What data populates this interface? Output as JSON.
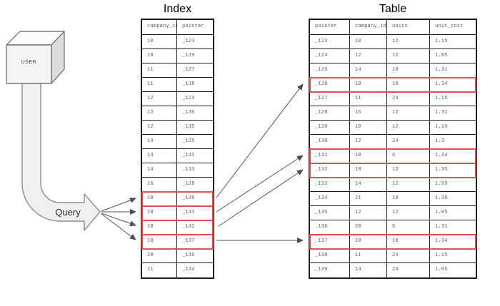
{
  "diagram": {
    "user_label": "USER",
    "query_label": "Query"
  },
  "index_table": {
    "title": "Index",
    "columns": [
      "company_id",
      "pointer"
    ],
    "rows": [
      {
        "cells": [
          "10",
          "_123"
        ],
        "highlight": false
      },
      {
        "cells": [
          "10",
          "_129"
        ],
        "highlight": false
      },
      {
        "cells": [
          "11",
          "_127"
        ],
        "highlight": false
      },
      {
        "cells": [
          "11",
          "_138"
        ],
        "highlight": false
      },
      {
        "cells": [
          "12",
          "_124"
        ],
        "highlight": false
      },
      {
        "cells": [
          "12",
          "_130"
        ],
        "highlight": false
      },
      {
        "cells": [
          "12",
          "_135"
        ],
        "highlight": false
      },
      {
        "cells": [
          "14",
          "_125"
        ],
        "highlight": false
      },
      {
        "cells": [
          "14",
          "_131"
        ],
        "highlight": false
      },
      {
        "cells": [
          "14",
          "_133"
        ],
        "highlight": false
      },
      {
        "cells": [
          "16",
          "_128"
        ],
        "highlight": false
      },
      {
        "cells": [
          "18",
          "_126"
        ],
        "highlight": true
      },
      {
        "cells": [
          "18",
          "_131"
        ],
        "highlight": true
      },
      {
        "cells": [
          "18",
          "_132"
        ],
        "highlight": true
      },
      {
        "cells": [
          "18",
          "_137"
        ],
        "highlight": true
      },
      {
        "cells": [
          "20",
          "_136"
        ],
        "highlight": false
      },
      {
        "cells": [
          "21",
          "_134"
        ],
        "highlight": false
      }
    ]
  },
  "data_table": {
    "title": "Table",
    "columns": [
      "pointer",
      "company_id",
      "units",
      "unit_cost"
    ],
    "rows": [
      {
        "cells": [
          "_123",
          "10",
          "12",
          "1.15"
        ],
        "highlight": false
      },
      {
        "cells": [
          "_124",
          "12",
          "12",
          "1.05"
        ],
        "highlight": false
      },
      {
        "cells": [
          "_125",
          "14",
          "18",
          "1.31"
        ],
        "highlight": false
      },
      {
        "cells": [
          "_126",
          "18",
          "18",
          "1.34"
        ],
        "highlight": true
      },
      {
        "cells": [
          "_127",
          "11",
          "24",
          "1.15"
        ],
        "highlight": false
      },
      {
        "cells": [
          "_128",
          "16",
          "12",
          "1.31"
        ],
        "highlight": false
      },
      {
        "cells": [
          "_129",
          "10",
          "12",
          "1.15"
        ],
        "highlight": false
      },
      {
        "cells": [
          "_130",
          "12",
          "24",
          "1.3"
        ],
        "highlight": false
      },
      {
        "cells": [
          "_131",
          "18",
          "6",
          "1.34"
        ],
        "highlight": true
      },
      {
        "cells": [
          "_132",
          "18",
          "12",
          "1.35"
        ],
        "highlight": true
      },
      {
        "cells": [
          "_133",
          "14",
          "12",
          "1.95"
        ],
        "highlight": false
      },
      {
        "cells": [
          "_134",
          "21",
          "18",
          "1.36"
        ],
        "highlight": false
      },
      {
        "cells": [
          "_135",
          "12",
          "12",
          "1.05"
        ],
        "highlight": false
      },
      {
        "cells": [
          "_136",
          "20",
          "6",
          "1.31"
        ],
        "highlight": false
      },
      {
        "cells": [
          "_137",
          "18",
          "18",
          "1.34"
        ],
        "highlight": true
      },
      {
        "cells": [
          "_138",
          "11",
          "24",
          "1.15"
        ],
        "highlight": false
      },
      {
        "cells": [
          "_139",
          "14",
          "24",
          "1.05"
        ],
        "highlight": false
      }
    ]
  },
  "colors": {
    "highlight_red": "#e84c4c",
    "table_border": "#1a1a1a",
    "cell_text": "#595959",
    "arrow_gray": "#555555"
  }
}
